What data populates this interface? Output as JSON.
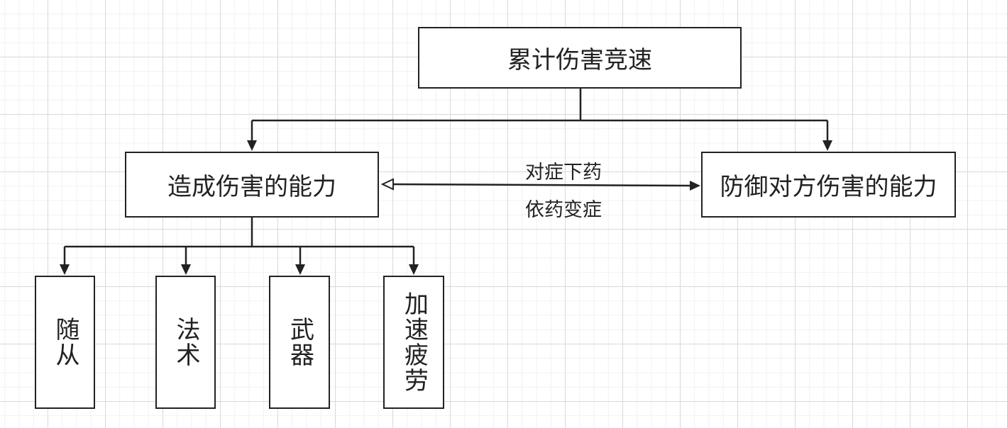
{
  "diagram": {
    "root": {
      "label": "累计伤害竞速"
    },
    "branches": [
      {
        "id": "left",
        "label": "造成伤害的能力"
      },
      {
        "id": "right",
        "label": "防御对方伤害的能力"
      }
    ],
    "relation": {
      "labels": [
        "对症下药",
        "依药变症"
      ]
    },
    "children": [
      {
        "label": "随从"
      },
      {
        "label": "法术"
      },
      {
        "label": "武器"
      },
      {
        "label": "加速疲劳"
      }
    ]
  },
  "colors": {
    "stroke": "#222222",
    "grid_major": "#d9d9d9",
    "grid_minor": "#f0f0f0",
    "background": "#ffffff"
  }
}
